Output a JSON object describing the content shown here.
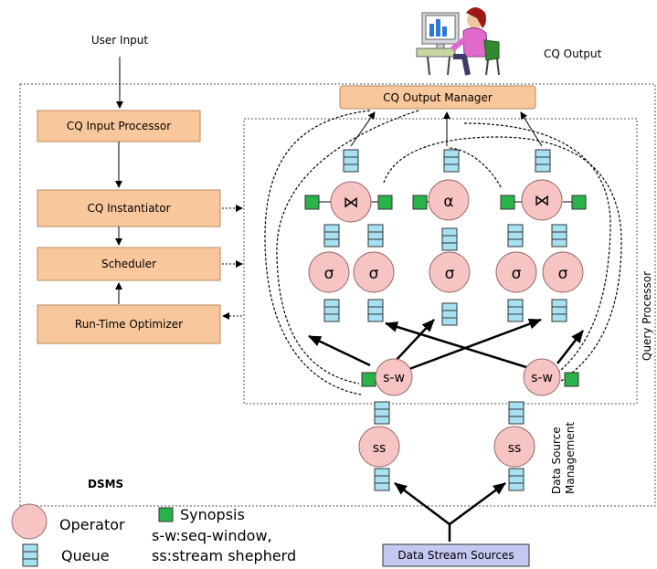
{
  "labels": {
    "user_input": "User Input",
    "cq_output": "CQ Output",
    "dsms": "DSMS",
    "query_processor": "Query Processor",
    "data_source_management_line1": "Data Source",
    "data_source_management_line2": "Management"
  },
  "components": {
    "cq_input_processor": "CQ Input Processor",
    "cq_instantiator": "CQ Instantiator",
    "scheduler": "Scheduler",
    "runtime_optimizer": "Run-Time Optimizer",
    "cq_output_manager": "CQ Output Manager",
    "data_stream_sources": "Data Stream Sources"
  },
  "operators": {
    "join": "⋈",
    "aggregate": "α",
    "select": "σ",
    "seq_window": "s-w",
    "stream_shepherd": "ss"
  },
  "legend": {
    "operator": "Operator",
    "queue": "Queue",
    "synopsis": "Synopsis",
    "sw_def": "s-w:seq-window,",
    "ss_def": "ss:stream shepherd"
  },
  "colors": {
    "component_fill": "#f9c79c",
    "operator_fill": "#f7c4c4",
    "queue_fill": "#a6e1f1",
    "synopsis_fill": "#29b34a",
    "sources_fill": "#c5c8f0"
  }
}
